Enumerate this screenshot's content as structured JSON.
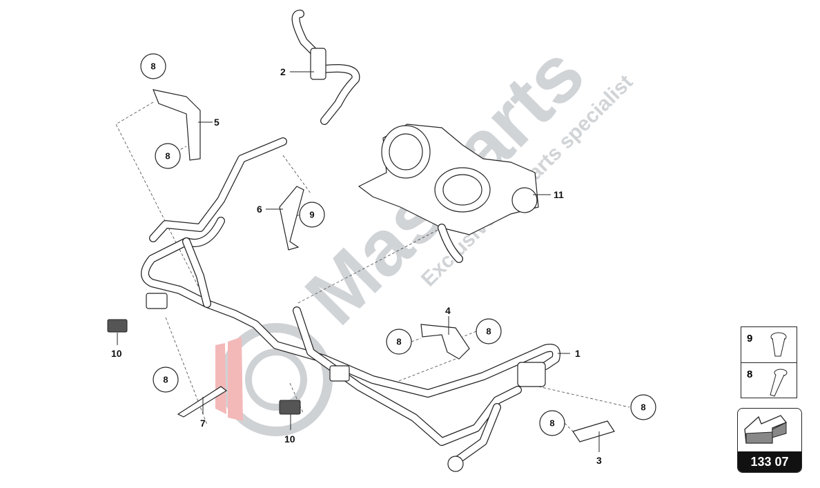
{
  "diagram": {
    "callouts": [
      "1",
      "2",
      "3",
      "4",
      "5",
      "6",
      "7",
      "10",
      "10",
      "11"
    ],
    "circles": [
      "8",
      "8",
      "9",
      "8",
      "8",
      "8",
      "8",
      "8"
    ],
    "page_code": "133 07",
    "watermark": {
      "brand": "MasParts",
      "tagline": "Exclusive car parts specialist"
    },
    "legend": [
      {
        "number": "9",
        "icon": "torx-pan-head-screw-short-icon"
      },
      {
        "number": "8",
        "icon": "torx-pan-head-screw-long-icon"
      }
    ]
  }
}
